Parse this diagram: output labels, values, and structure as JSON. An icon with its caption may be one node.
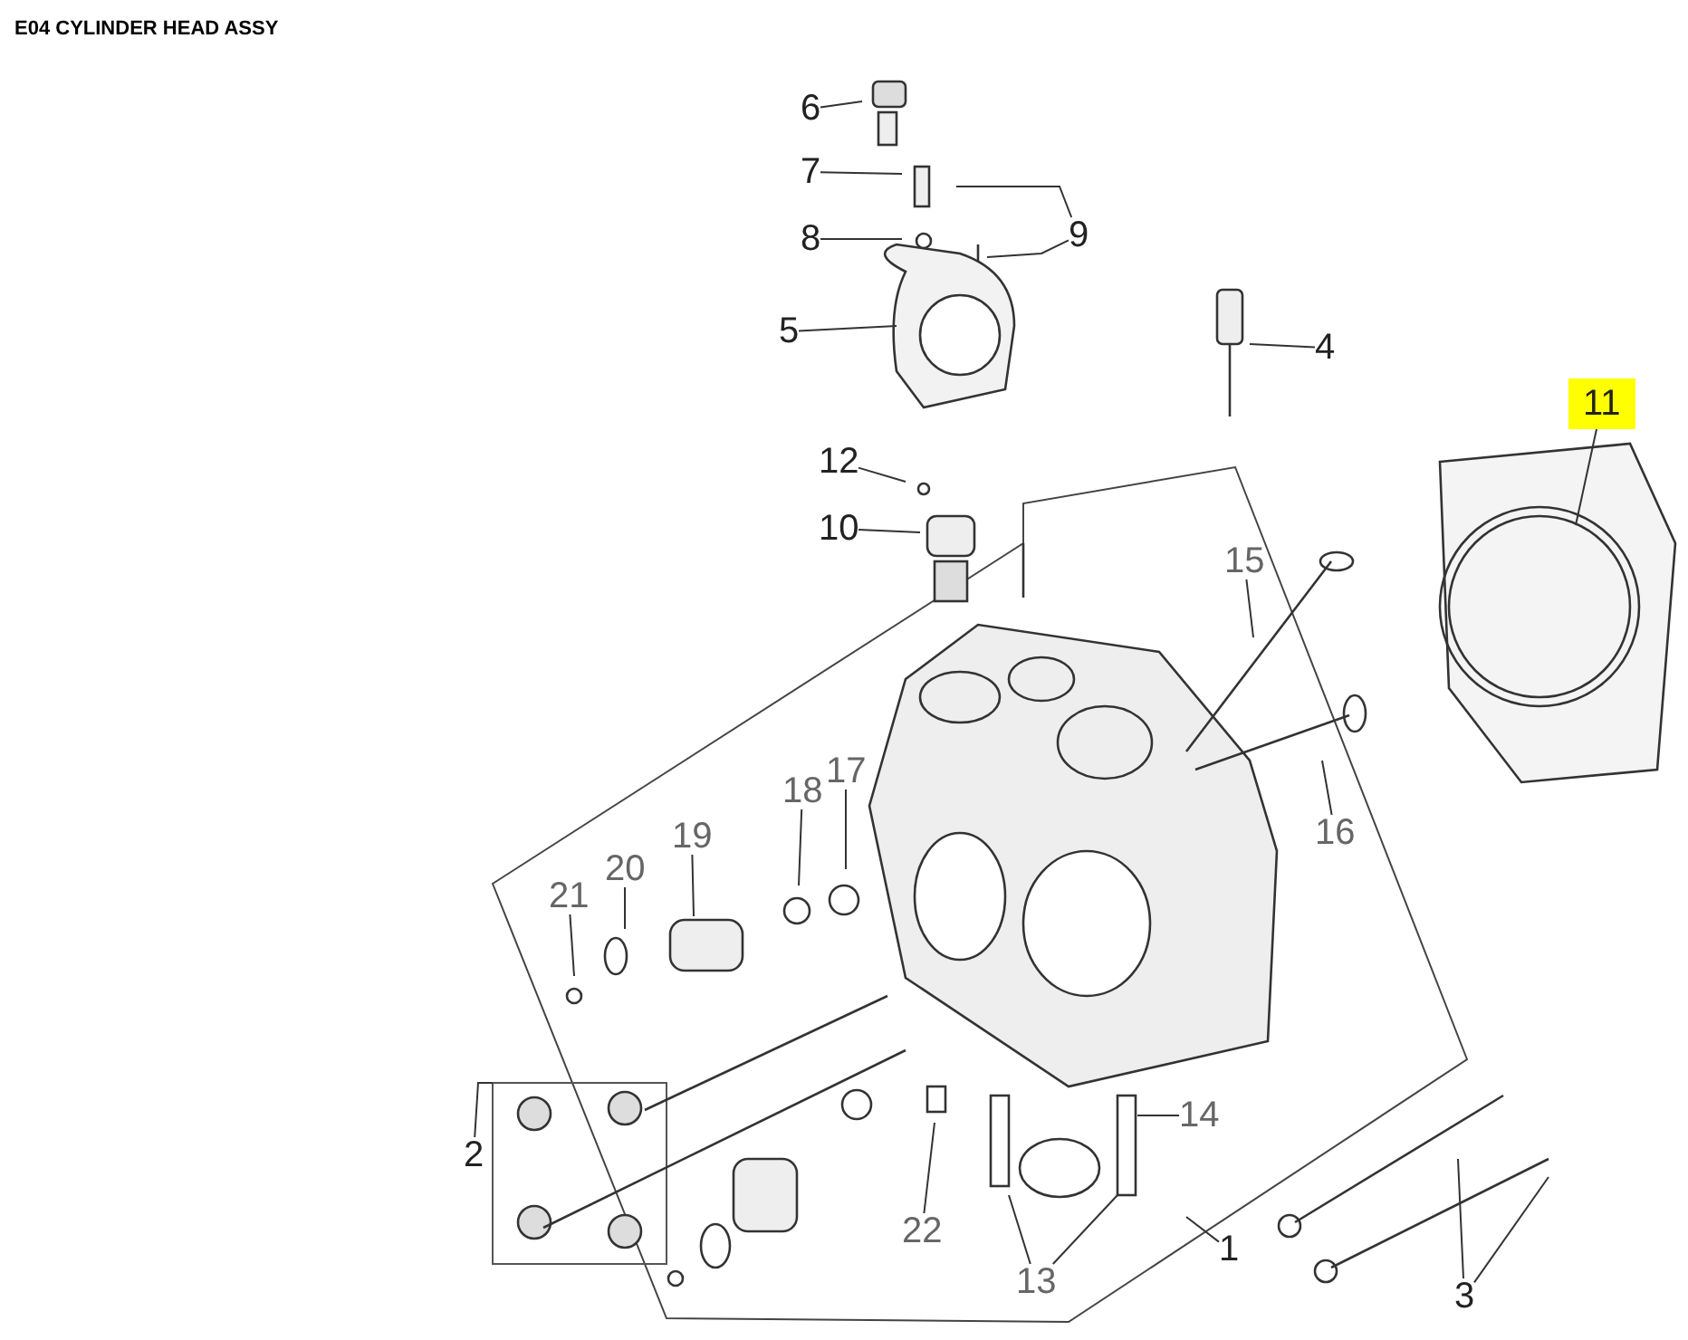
{
  "diagram": {
    "title": "E04 CYLINDER HEAD ASSY",
    "nodes": [
      {
        "text": [
          "6"
        ]
      },
      {
        "text": [
          "7"
        ]
      },
      {
        "text": [
          "8"
        ]
      },
      {
        "text": [
          "9"
        ]
      },
      {
        "text": [
          "5"
        ]
      },
      {
        "text": [
          "4"
        ]
      },
      {
        "text": [
          "11"
        ]
      },
      {
        "text": [
          "12"
        ]
      },
      {
        "text": [
          "10"
        ]
      },
      {
        "text": [
          "15"
        ]
      },
      {
        "text": [
          "17"
        ]
      },
      {
        "text": [
          "18"
        ]
      },
      {
        "text": [
          "16"
        ]
      },
      {
        "text": [
          "19"
        ]
      },
      {
        "text": [
          "20"
        ]
      },
      {
        "text": [
          "21"
        ]
      },
      {
        "text": [
          "14"
        ]
      },
      {
        "text": [
          "2"
        ]
      },
      {
        "text": [
          "22"
        ]
      },
      {
        "text": [
          "1"
        ]
      },
      {
        "text": [
          "13"
        ]
      },
      {
        "text": [
          "3"
        ]
      }
    ],
    "edges": [
      {
        "from": 0,
        "to": null,
        "arrow": "none"
      },
      {
        "from": 1,
        "to": null,
        "arrow": "none"
      },
      {
        "from": 2,
        "to": null,
        "arrow": "none"
      },
      {
        "from": 3,
        "to": null,
        "arrow": "none"
      },
      {
        "from": 3,
        "to": null,
        "arrow": "none"
      },
      {
        "from": 4,
        "to": null,
        "arrow": "none"
      },
      {
        "from": 5,
        "to": null,
        "arrow": "none"
      },
      {
        "from": 6,
        "to": null,
        "arrow": "none"
      },
      {
        "from": 7,
        "to": null,
        "arrow": "none"
      },
      {
        "from": 8,
        "to": null,
        "arrow": "none"
      },
      {
        "from": 9,
        "to": null,
        "arrow": "none"
      },
      {
        "from": 10,
        "to": null,
        "arrow": "none"
      },
      {
        "from": 11,
        "to": null,
        "arrow": "none"
      },
      {
        "from": 12,
        "to": null,
        "arrow": "none"
      },
      {
        "from": 13,
        "to": null,
        "arrow": "none"
      },
      {
        "from": 14,
        "to": null,
        "arrow": "none"
      },
      {
        "from": 15,
        "to": null,
        "arrow": "none"
      },
      {
        "from": 16,
        "to": null,
        "arrow": "none"
      },
      {
        "from": 17,
        "to": null,
        "arrow": "none"
      },
      {
        "from": 18,
        "to": null,
        "arrow": "none"
      },
      {
        "from": 19,
        "to": null,
        "arrow": "none"
      },
      {
        "from": 20,
        "to": null,
        "arrow": "none"
      },
      {
        "from": 20,
        "to": null,
        "arrow": "none"
      },
      {
        "from": 21,
        "to": null,
        "arrow": "none"
      },
      {
        "from": 21,
        "to": null,
        "arrow": "none"
      }
    ]
  }
}
